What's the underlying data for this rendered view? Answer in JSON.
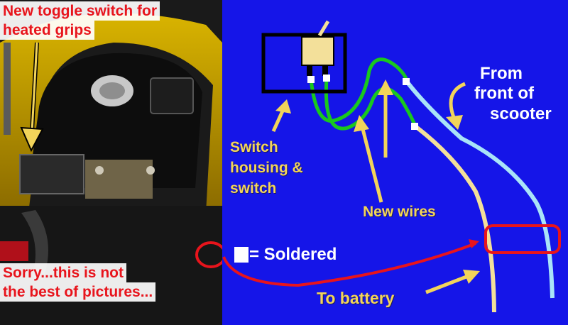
{
  "photo_notes": {
    "toggle_line1": "New toggle switch for",
    "toggle_line2": "heated grips",
    "sorry_line1": "Sorry...this is not",
    "sorry_line2": "the best of pictures..."
  },
  "diagram": {
    "from_front_line1": "From",
    "from_front_line2": "front of",
    "from_front_line3": "scooter",
    "switch_line1": "Switch",
    "switch_line2": "housing &",
    "switch_line3": "switch",
    "new_wires": "New wires",
    "legend_soldered": "= Soldered",
    "to_battery": "To battery"
  },
  "colors": {
    "background": "#1515e8",
    "wire_green": "#19c81e",
    "wire_yellow": "#f3e09a",
    "wire_blue": "#a9e4f8",
    "arrow_gold": "#f2d45a",
    "highlight_red": "#e8141c"
  }
}
